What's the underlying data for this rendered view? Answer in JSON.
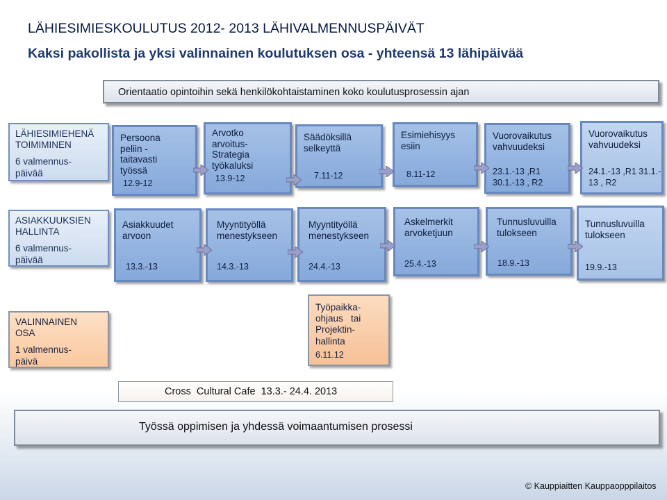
{
  "title": "LÄHIESIMIESKOULUTUS 2012- 2013  LÄHIVALMENNUSPÄIVÄT",
  "subtitle": "Kaksi pakollista ja yksi valinnainen koulutuksen osa  - yhteensä 13 lähipäivää",
  "orientation": "Orientaatio opintoihin sekä henkilökohtaistaminen koko koulutusprosessin ajan",
  "leadership": {
    "name_l1": "LÄHIESIMIEHENÄ",
    "name_l2": "TOIMIMINEN",
    "days_l1": "6 valmennus-",
    "days_l2": "päivää",
    "boxes": [
      {
        "l1": "Persoona",
        "l2": "peliin -",
        "l3": "taitavasti",
        "l4": "työssä",
        "date": "12.9-12"
      },
      {
        "l1": "Arvotko",
        "l2": "arvoitus-",
        "l3": "Strategia",
        "l4": "työkaluksi",
        "date": "13.9-12"
      },
      {
        "l1": "Säädöksillä",
        "l2": "selkeyttä",
        "date": "7.11-12"
      },
      {
        "l1": "Esimiehisyys",
        "l2": "esiin",
        "date": "8.11-12"
      },
      {
        "l1": "Vuorovaikutus",
        "l2": "vahvuudeksi",
        "date_l1": "23.1.-13 ,R1",
        "date_l2": "30.1.-13 , R2"
      },
      {
        "l1": "Vuorovaikutus",
        "l2": "vahvuudeksi",
        "date_l1": "24.1.-13 ,R1 31.1.-",
        "date_l2": "13 , R2"
      }
    ]
  },
  "customer": {
    "name_l1": "ASIAKKUUKSIEN",
    "name_l2": "HALLINTA",
    "days_l1": "6 valmennus-",
    "days_l2": "päivää",
    "boxes": [
      {
        "l1": "Asiakkuudet",
        "l2": "arvoon",
        "date": "13.3.-13"
      },
      {
        "l1": "Myyntityöllä",
        "l2": "menestykseen",
        "date": "14.3.-13"
      },
      {
        "l1": "Myyntityöllä",
        "l2": "menestykseen",
        "date": "24.4.-13"
      },
      {
        "l1": "Askelmerkit",
        "l2": "arvoketjuun",
        "date": "25.4.-13"
      },
      {
        "l1": "Tunnusluvuilla",
        "l2": "tulokseen",
        "date": "18.9.-13"
      },
      {
        "l1": "Tunnusluvuilla",
        "l2": "tulokseen",
        "date": "19.9.-13"
      }
    ]
  },
  "elective": {
    "name_l1": "VALINNAINEN",
    "name_l2": "OSA",
    "days_l1": "1 valmennus-",
    "days_l2": "päivä",
    "box": {
      "l1": "Työpaikka-",
      "l2": "ohjaus   tai",
      "l3": "Projektin-",
      "l4": "hallinta",
      "date": "6.11.12"
    }
  },
  "cafe": "Cross  Cultural Cafe  13.3.- 24.4. 2013",
  "process": "Työssä oppimisen ja yhdessä voimaantumisen prosessi",
  "copyright": "© Kauppiaitten Kauppaopppilaitos",
  "colors": {
    "box_fill": "#93b3e0",
    "box_border": "#6888c2",
    "elective_fill": "#f9c89d",
    "arrow": "#9aa0c8"
  }
}
